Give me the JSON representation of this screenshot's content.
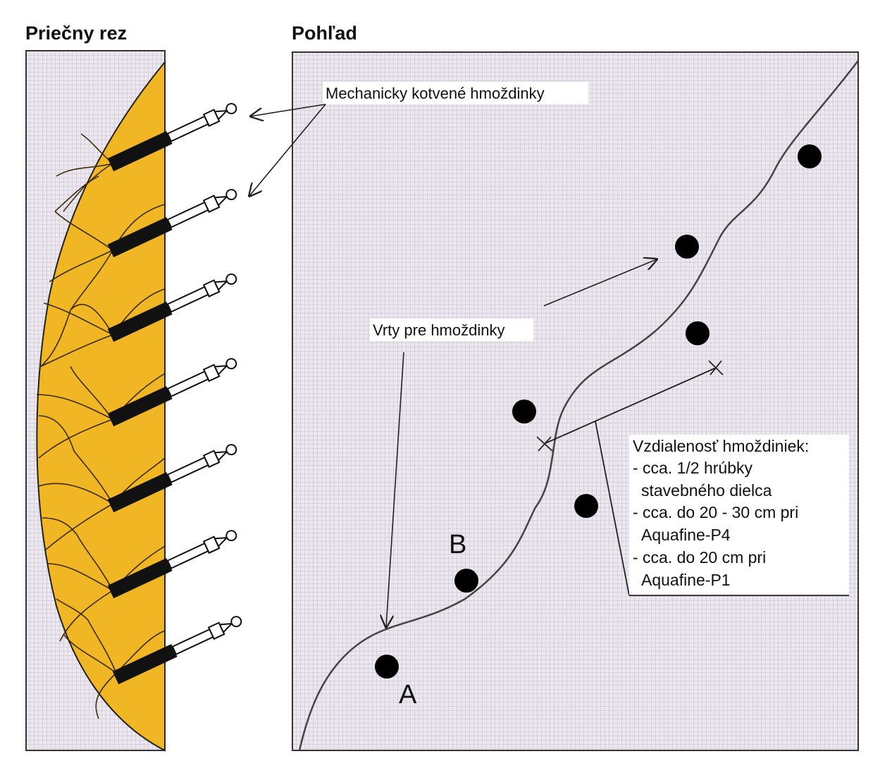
{
  "headings": {
    "section": "Priečny rez",
    "view": "Pohľad"
  },
  "labels": {
    "anchors": "Mechanicky kotvené hmoždinky",
    "holes": "Vrty pre hmoždinky",
    "point_a": "A",
    "point_b": "B"
  },
  "spacing_note": {
    "title": "Vzdialenosť hmoždiniek:",
    "lines": [
      "- cca. 1/2 hrúbky",
      "stavebného dielca",
      "- cca. do 20 - 30 cm pri",
      "Aquafine-P4",
      "- cca. do 20 cm pri",
      "Aquafine-P1"
    ]
  },
  "colors": {
    "concrete_fill": "#ece6ef",
    "crack_region": "#f1b624",
    "outline": "#222222"
  }
}
